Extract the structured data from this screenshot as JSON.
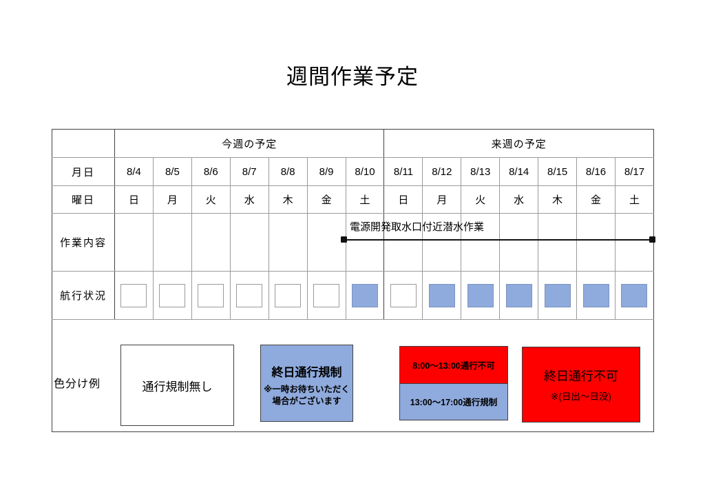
{
  "document": {
    "title": "週間作業予定"
  },
  "table": {
    "corner_label": "",
    "week_headers": [
      {
        "label": "今週の予定",
        "span": 7
      },
      {
        "label": "来週の予定",
        "span": 7
      }
    ],
    "rows": {
      "date_label": "月日",
      "dow_label": "曜日",
      "work_label": "作業内容",
      "nav_label": "航行状況",
      "legend_label": "色分け例"
    },
    "dates": [
      "8/4",
      "8/5",
      "8/6",
      "8/7",
      "8/8",
      "8/9",
      "8/10",
      "8/11",
      "8/12",
      "8/13",
      "8/14",
      "8/15",
      "8/16",
      "8/17"
    ],
    "weekdays": [
      "日",
      "月",
      "火",
      "水",
      "木",
      "金",
      "土",
      "日",
      "月",
      "火",
      "水",
      "木",
      "金",
      "土"
    ],
    "work_items": [
      {
        "text": "電源開発取水口付近潜水作業",
        "start_date": "8/10",
        "end_date": "8/17"
      }
    ],
    "navigation_status": [
      {
        "date": "8/4",
        "state": "none"
      },
      {
        "date": "8/5",
        "state": "none"
      },
      {
        "date": "8/6",
        "state": "none"
      },
      {
        "date": "8/7",
        "state": "none"
      },
      {
        "date": "8/8",
        "state": "none"
      },
      {
        "date": "8/9",
        "state": "none"
      },
      {
        "date": "8/10",
        "state": "allday-restricted"
      },
      {
        "date": "8/11",
        "state": "none"
      },
      {
        "date": "8/12",
        "state": "allday-restricted"
      },
      {
        "date": "8/13",
        "state": "allday-restricted"
      },
      {
        "date": "8/14",
        "state": "allday-restricted"
      },
      {
        "date": "8/15",
        "state": "allday-restricted"
      },
      {
        "date": "8/16",
        "state": "allday-restricted"
      },
      {
        "date": "8/17",
        "state": "allday-restricted"
      }
    ]
  },
  "legend": {
    "label": "色分け例",
    "items": [
      {
        "key": "no-restriction",
        "title": "通行規制無し",
        "note": "",
        "color": "#FFFFFF"
      },
      {
        "key": "allday-restricted",
        "title": "終日通行規制",
        "note_line1": "※一時お待ちいただく",
        "note_line2": "場合がございます",
        "color": "#8FAADC"
      },
      {
        "key": "split-times",
        "top_text": "8:00〜13:00通行不可",
        "bottom_text": "13:00〜17:00通行規制",
        "top_color": "#FF0000",
        "bottom_color": "#8FAADC"
      },
      {
        "key": "allday-closed",
        "title": "終日通行不可",
        "note": "※(日出〜日没)",
        "color": "#FF0000"
      }
    ]
  },
  "colors": {
    "restricted_blue": "#8FAADC",
    "closed_red": "#FF0000",
    "border_dark": "#404040",
    "border_light": "#9A9A9A"
  }
}
